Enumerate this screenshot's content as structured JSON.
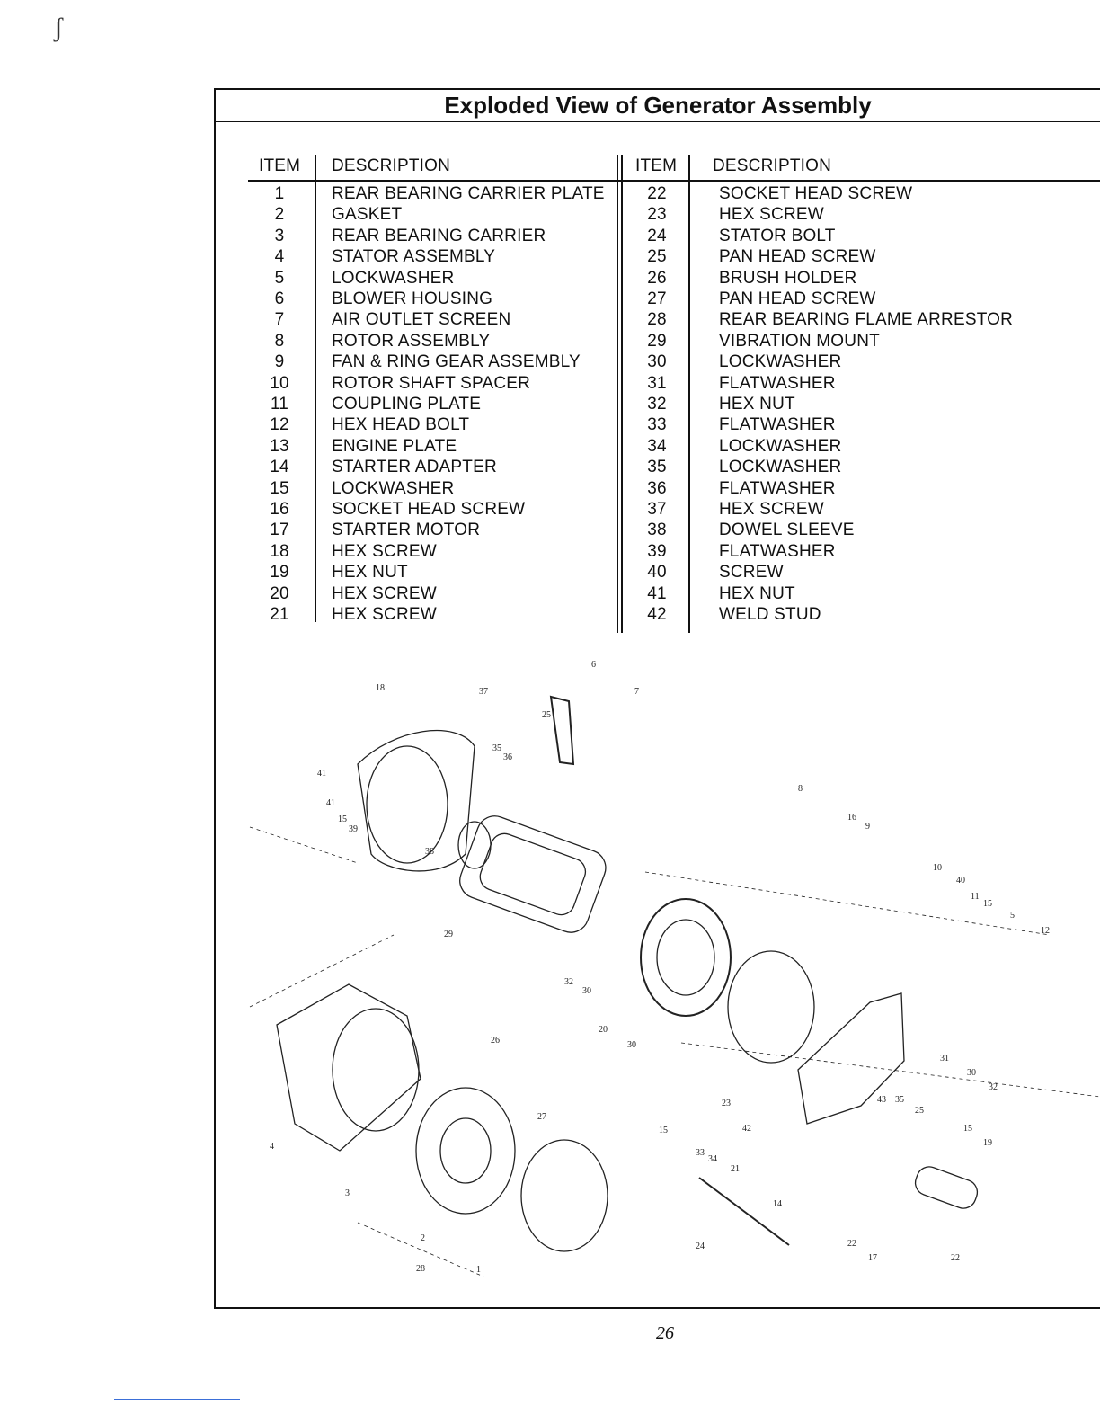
{
  "title": "Exploded View of Generator Assembly",
  "headers": {
    "item": "ITEM",
    "description": "DESCRIPTION"
  },
  "left_items": [
    {
      "item": "1",
      "description": "REAR BEARING CARRIER PLATE"
    },
    {
      "item": "2",
      "description": "GASKET"
    },
    {
      "item": "3",
      "description": "REAR BEARING CARRIER"
    },
    {
      "item": "4",
      "description": "STATOR ASSEMBLY"
    },
    {
      "item": "5",
      "description": "LOCKWASHER"
    },
    {
      "item": "6",
      "description": "BLOWER HOUSING"
    },
    {
      "item": "7",
      "description": "AIR OUTLET SCREEN"
    },
    {
      "item": "8",
      "description": "ROTOR ASSEMBLY"
    },
    {
      "item": "9",
      "description": "FAN & RING GEAR ASSEMBLY"
    },
    {
      "item": "10",
      "description": "ROTOR SHAFT SPACER"
    },
    {
      "item": "11",
      "description": "COUPLING PLATE"
    },
    {
      "item": "12",
      "description": "HEX HEAD BOLT"
    },
    {
      "item": "13",
      "description": "ENGINE PLATE"
    },
    {
      "item": "14",
      "description": "STARTER ADAPTER"
    },
    {
      "item": "15",
      "description": "LOCKWASHER"
    },
    {
      "item": "16",
      "description": "SOCKET HEAD SCREW"
    },
    {
      "item": "17",
      "description": "STARTER MOTOR"
    },
    {
      "item": "18",
      "description": "HEX SCREW"
    },
    {
      "item": "19",
      "description": "HEX NUT"
    },
    {
      "item": "20",
      "description": "HEX SCREW"
    },
    {
      "item": "21",
      "description": "HEX SCREW"
    }
  ],
  "right_items": [
    {
      "item": "22",
      "description": "SOCKET HEAD SCREW"
    },
    {
      "item": "23",
      "description": "HEX SCREW"
    },
    {
      "item": "24",
      "description": "STATOR BOLT"
    },
    {
      "item": "25",
      "description": "PAN HEAD SCREW"
    },
    {
      "item": "26",
      "description": "BRUSH HOLDER"
    },
    {
      "item": "27",
      "description": "PAN HEAD SCREW"
    },
    {
      "item": "28",
      "description": "REAR BEARING FLAME ARRESTOR"
    },
    {
      "item": "29",
      "description": "VIBRATION MOUNT"
    },
    {
      "item": "30",
      "description": "LOCKWASHER"
    },
    {
      "item": "31",
      "description": "FLATWASHER"
    },
    {
      "item": "32",
      "description": "HEX NUT"
    },
    {
      "item": "33",
      "description": "FLATWASHER"
    },
    {
      "item": "34",
      "description": "LOCKWASHER"
    },
    {
      "item": "35",
      "description": "LOCKWASHER"
    },
    {
      "item": "36",
      "description": "FLATWASHER"
    },
    {
      "item": "37",
      "description": "HEX SCREW"
    },
    {
      "item": "38",
      "description": "DOWEL SLEEVE"
    },
    {
      "item": "39",
      "description": "FLATWASHER"
    },
    {
      "item": "40",
      "description": "SCREW"
    },
    {
      "item": "41",
      "description": "HEX NUT"
    },
    {
      "item": "42",
      "description": "WELD STUD"
    }
  ],
  "diagram_callouts": [
    "6",
    "7",
    "18",
    "37",
    "25",
    "35",
    "36",
    "8",
    "16",
    "9",
    "41",
    "41",
    "15",
    "39",
    "38",
    "10",
    "40",
    "11",
    "15",
    "5",
    "12",
    "29",
    "32",
    "30",
    "20",
    "30",
    "26",
    "23",
    "27",
    "15",
    "42",
    "33",
    "34",
    "21",
    "31",
    "30",
    "32",
    "43",
    "35",
    "25",
    "15",
    "19",
    "4",
    "3",
    "2",
    "28",
    "1",
    "24",
    "14",
    "22",
    "17",
    "22"
  ],
  "page_number": "26"
}
